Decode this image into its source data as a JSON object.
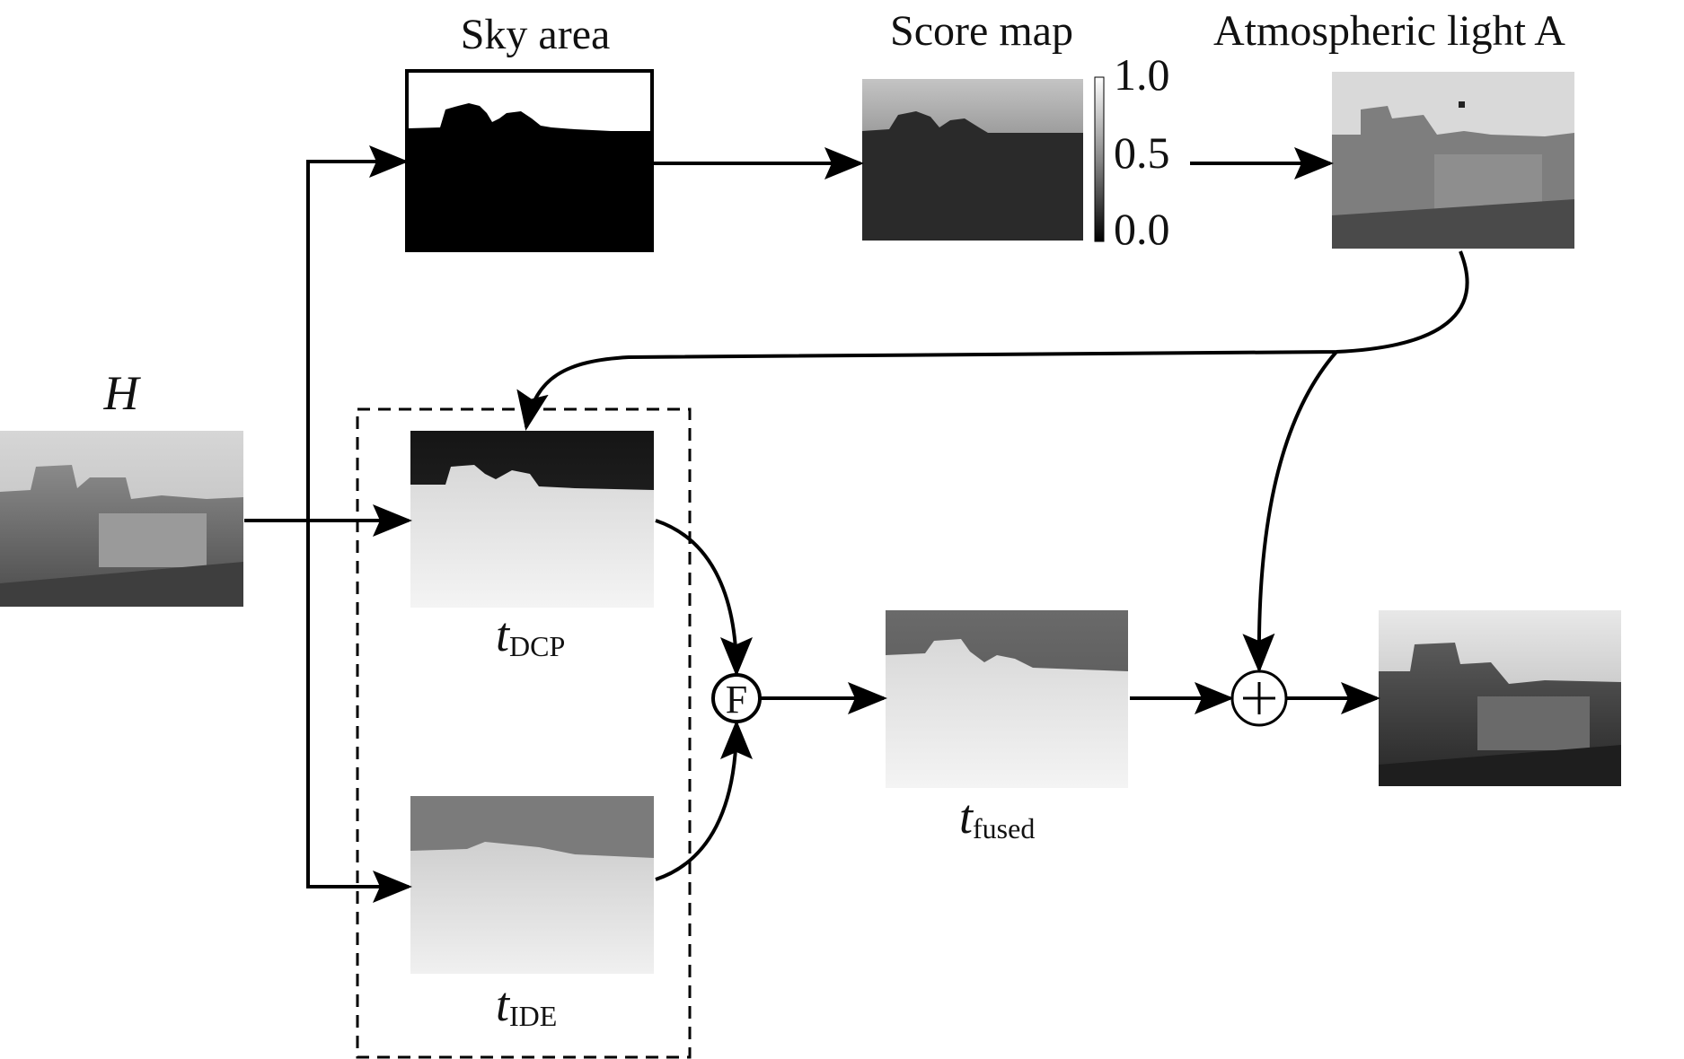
{
  "labels": {
    "sky_area": "Sky area",
    "score_map": "Score map",
    "atmospheric_light": "Atmospheric light A",
    "hazy_input": "H",
    "t_dcp_main": "t",
    "t_dcp_sub": "DCP",
    "t_ide_main": "t",
    "t_ide_sub": "IDE",
    "t_fused_main": "t",
    "t_fused_sub": "fused"
  },
  "colorbar": {
    "max": "1.0",
    "mid": "0.5",
    "min": "0.0"
  },
  "operators": {
    "fusion": "F",
    "combine": "+"
  }
}
